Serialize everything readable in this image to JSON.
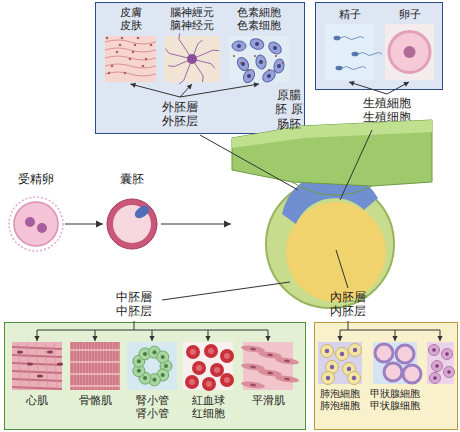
{
  "diagram": {
    "nodes": [
      {
        "text": [
          "外胚層 外胚层"
        ]
      },
      {
        "text": [
          "皮膚 皮肤"
        ],
        "in": 0
      },
      {
        "text": [
          "腦神經元 脑神经元"
        ],
        "in": 0
      },
      {
        "text": [
          "色素細胞 色素细胞"
        ],
        "in": 0
      },
      {
        "text": [
          "生殖細胞 生殖细胞"
        ]
      },
      {
        "text": [
          "精子"
        ],
        "in": 4
      },
      {
        "text": [
          "卵子"
        ],
        "in": 4
      },
      {
        "text": [
          "受精卵"
        ]
      },
      {
        "text": [
          "囊胚"
        ]
      },
      {
        "text": [
          "原腸胚 原肠胚"
        ]
      },
      {
        "text": [
          "中胚層 中胚层"
        ]
      },
      {
        "text": [
          "心肌"
        ],
        "in": 10
      },
      {
        "text": [
          "骨骼肌"
        ],
        "in": 10
      },
      {
        "text": [
          "腎小管 肾小管"
        ],
        "in": 10
      },
      {
        "text": [
          "紅血球 红细胞"
        ],
        "in": 10
      },
      {
        "text": [
          "平滑肌"
        ],
        "in": 10
      },
      {
        "text": [
          "內胚層 内胚层"
        ]
      },
      {
        "text": [
          "肺泡細胞 肺泡细胞"
        ],
        "in": 16
      },
      {
        "text": [
          "甲狀腺細胞 甲状腺细胞"
        ],
        "in": 16
      }
    ],
    "edges": [
      {
        "from": 7,
        "to": 8,
        "arrow": "to"
      },
      {
        "from": 8,
        "to": 9,
        "arrow": "to"
      }
    ]
  }
}
